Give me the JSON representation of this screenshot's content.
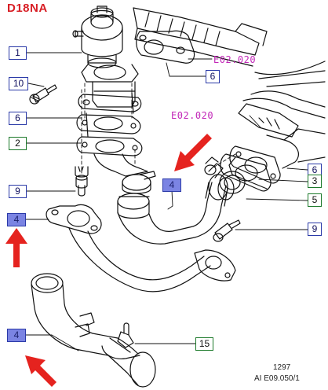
{
  "title": "D18NA",
  "callouts": [
    {
      "id": "c1",
      "text": "1",
      "style": "blue"
    },
    {
      "id": "c6a",
      "text": "6",
      "style": "blue"
    },
    {
      "id": "c10",
      "text": "10",
      "style": "blue"
    },
    {
      "id": "c6b",
      "text": "6",
      "style": "blue"
    },
    {
      "id": "c2",
      "text": "2",
      "style": "green"
    },
    {
      "id": "c4a",
      "text": "4",
      "style": "fill"
    },
    {
      "id": "c6c",
      "text": "6",
      "style": "blue"
    },
    {
      "id": "c3",
      "text": "3",
      "style": "green"
    },
    {
      "id": "c5",
      "text": "5",
      "style": "green"
    },
    {
      "id": "c9a",
      "text": "9",
      "style": "blue"
    },
    {
      "id": "c4b",
      "text": "4",
      "style": "fill"
    },
    {
      "id": "c9b",
      "text": "9",
      "style": "blue"
    },
    {
      "id": "c4c",
      "text": "4",
      "style": "fill"
    },
    {
      "id": "c15",
      "text": "15",
      "style": "green"
    }
  ],
  "refs": [
    {
      "id": "r1",
      "text": "E02.020"
    },
    {
      "id": "r2",
      "text": "E02.020"
    }
  ],
  "footer": {
    "code": "1297",
    "ref": "AI E09.050/1"
  },
  "colors": {
    "title": "#d81f26",
    "arrow": "#e5231f",
    "ref": "#c227b8",
    "blue": "#2b3aa8",
    "green": "#1d7a2b",
    "fill": "#7b84e3"
  }
}
